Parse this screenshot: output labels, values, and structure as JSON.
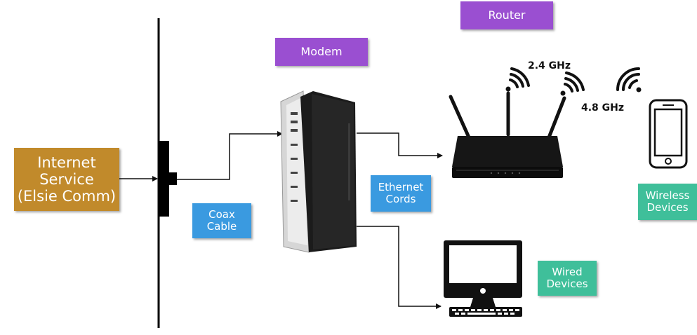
{
  "labels": {
    "internet_service": [
      "Internet",
      "Service",
      "(Elsie Comm)"
    ],
    "modem": "Modem",
    "router": "Router",
    "coax_cable": [
      "Coax",
      "Cable"
    ],
    "ethernet_cords": [
      "Ethernet",
      "Cords"
    ],
    "wired_devices": [
      "Wired",
      "Devices"
    ],
    "wireless_devices": [
      "Wireless",
      "Devices"
    ],
    "freq_24": "2.4 GHz",
    "freq_48": "4.8 GHz"
  },
  "colors": {
    "internet_service": "#c18a2b",
    "label_purple": "#9a4fd1",
    "label_blue": "#3a9ae0",
    "label_teal": "#3fbf9a"
  },
  "icons": {
    "modem": "modem-icon",
    "router": "router-icon",
    "computer": "computer-icon",
    "phone": "smartphone-icon",
    "wifi": "wifi-icon"
  }
}
